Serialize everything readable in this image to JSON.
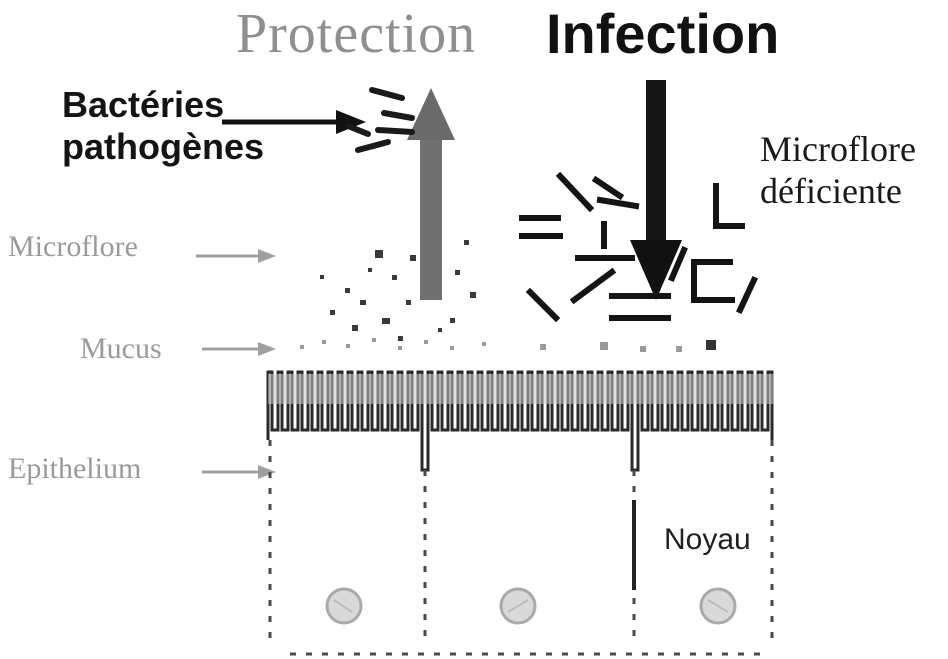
{
  "titles": {
    "protection": "Protection",
    "infection": "Infection"
  },
  "labels": {
    "bacteries_line1": "Bactéries",
    "bacteries_line2": "pathogènes",
    "microflore_deficiente_line1": "Microflore",
    "microflore_deficiente_line2": "déficiente",
    "microflore": "Microflore",
    "mucus": "Mucus",
    "epithelium": "Epithelium",
    "noyau": "Noyau"
  },
  "colors": {
    "protection_title": "#8f8f8f",
    "infection_title": "#111111",
    "side_labels": "#9a9a9a",
    "arrow_up": "#6e6e6e",
    "arrow_down": "#141414"
  }
}
